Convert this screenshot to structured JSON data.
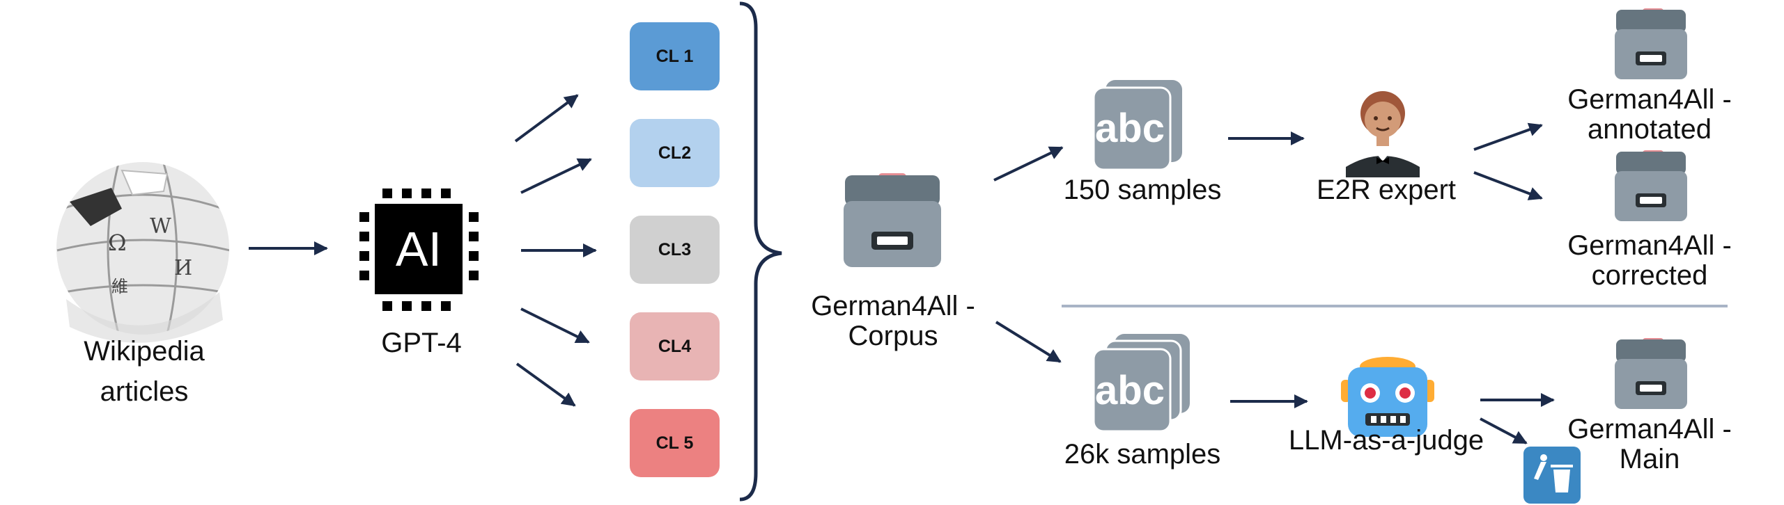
{
  "colors": {
    "arrow": "#1c2b4a",
    "cl1": "#5b9bd5",
    "cl2": "#b3d1ee",
    "cl3": "#d0d0d0",
    "cl4": "#e8b4b4",
    "cl5": "#ec8181",
    "box_gray": "#8e9ba6",
    "divider": "#a8b4c6"
  },
  "source": {
    "label": "Wikipedia\narticles",
    "icon": "wikipedia-globe-icon"
  },
  "model": {
    "label": "GPT-4",
    "icon_text": "AI",
    "icon": "ai-chip-icon"
  },
  "levels": [
    {
      "label": "CL 1"
    },
    {
      "label": "CL2"
    },
    {
      "label": "CL3"
    },
    {
      "label": "CL4"
    },
    {
      "label": "CL 5"
    }
  ],
  "corpus": {
    "label": "German4All -\nCorpus",
    "icon": "card-file-box-icon"
  },
  "top_branch": {
    "samples_label": "150 samples",
    "samples_icon_text": "abc",
    "reviewer_label": "E2R expert",
    "reviewer_icon": "person-in-tuxedo-icon",
    "output_annotated": "German4All -\nannotated",
    "output_corrected": "German4All -\ncorrected"
  },
  "bottom_branch": {
    "samples_label": "26k samples",
    "samples_icon_text": "abc",
    "judge_label": "LLM-as-a-judge",
    "judge_icon": "robot-icon",
    "output_main": "German4All -\nMain",
    "discard_icon": "trash-icon"
  }
}
